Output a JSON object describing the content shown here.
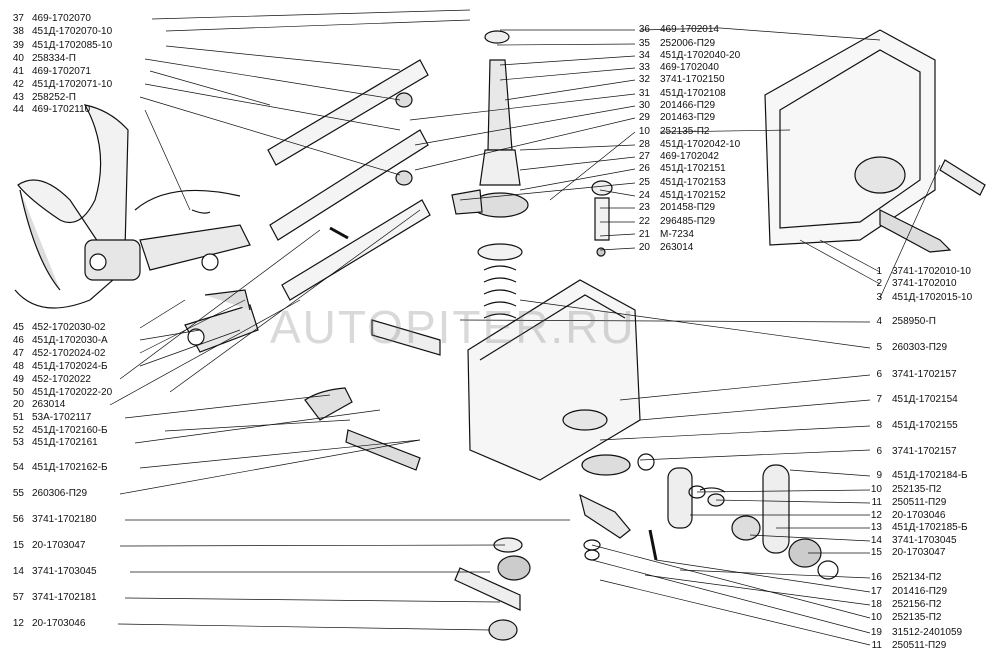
{
  "watermark": "AUTOPITER.RU",
  "left_labels": [
    {
      "num": "37",
      "code": "469-1702070"
    },
    {
      "num": "38",
      "code": "451Д-1702070-10"
    },
    {
      "num": "39",
      "code": "451Д-1702085-10"
    },
    {
      "num": "40",
      "code": "258334-П"
    },
    {
      "num": "41",
      "code": "469-1702071"
    },
    {
      "num": "42",
      "code": "451Д-1702071-10"
    },
    {
      "num": "43",
      "code": "258252-П"
    },
    {
      "num": "44",
      "code": "469-1702110"
    },
    {
      "num": "45",
      "code": "452-1702030-02"
    },
    {
      "num": "46",
      "code": "451Д-1702030-А"
    },
    {
      "num": "47",
      "code": "452-1702024-02"
    },
    {
      "num": "48",
      "code": "451Д-1702024-Б"
    },
    {
      "num": "49",
      "code": "452-1702022"
    },
    {
      "num": "50",
      "code": "451Д-1702022-20"
    },
    {
      "num": "20",
      "code": "263014"
    },
    {
      "num": "51",
      "code": "53А-1702117"
    },
    {
      "num": "52",
      "code": "451Д-1702160-Б"
    },
    {
      "num": "53",
      "code": "451Д-1702161"
    },
    {
      "num": "54",
      "code": "451Д-1702162-Б"
    },
    {
      "num": "55",
      "code": "260306-П29"
    },
    {
      "num": "56",
      "code": "3741-1702180"
    },
    {
      "num": "15",
      "code": "20-1703047"
    },
    {
      "num": "14",
      "code": "3741-1703045"
    },
    {
      "num": "57",
      "code": "3741-1702181"
    },
    {
      "num": "12",
      "code": "20-1703046"
    }
  ],
  "center_labels": [
    {
      "num": "36",
      "code": "469-1702014"
    },
    {
      "num": "35",
      "code": "252006-П29"
    },
    {
      "num": "34",
      "code": "451Д-1702040-20"
    },
    {
      "num": "33",
      "code": "469-1702040"
    },
    {
      "num": "32",
      "code": "3741-1702150"
    },
    {
      "num": "31",
      "code": "451Д-1702108"
    },
    {
      "num": "30",
      "code": "201466-П29"
    },
    {
      "num": "29",
      "code": "201463-П29"
    },
    {
      "num": "10",
      "code": "252135-П2"
    },
    {
      "num": "28",
      "code": "451Д-1702042-10"
    },
    {
      "num": "27",
      "code": "469-1702042"
    },
    {
      "num": "26",
      "code": "451Д-1702151"
    },
    {
      "num": "25",
      "code": "451Д-1702153"
    },
    {
      "num": "24",
      "code": "451Д-1702152"
    },
    {
      "num": "23",
      "code": "201458-П29"
    },
    {
      "num": "22",
      "code": "296485-П29"
    },
    {
      "num": "21",
      "code": "М-7234"
    },
    {
      "num": "20",
      "code": "263014"
    }
  ],
  "right_labels": [
    {
      "num": "1",
      "code": "3741-1702010-10"
    },
    {
      "num": "2",
      "code": "3741-1702010"
    },
    {
      "num": "3",
      "code": "451Д-1702015-10"
    },
    {
      "num": "4",
      "code": "258950-П"
    },
    {
      "num": "5",
      "code": "260303-П29"
    },
    {
      "num": "6",
      "code": "3741-1702157"
    },
    {
      "num": "7",
      "code": "451Д-1702154"
    },
    {
      "num": "8",
      "code": "451Д-1702155"
    },
    {
      "num": "6",
      "code": "3741-1702157"
    },
    {
      "num": "9",
      "code": "451Д-1702184-Б"
    },
    {
      "num": "10",
      "code": "252135-П2"
    },
    {
      "num": "11",
      "code": "250511-П29"
    },
    {
      "num": "12",
      "code": "20-1703046"
    },
    {
      "num": "13",
      "code": "451Д-1702185-Б"
    },
    {
      "num": "14",
      "code": "3741-1703045"
    },
    {
      "num": "15",
      "code": "20-1703047"
    },
    {
      "num": "16",
      "code": "252134-П2"
    },
    {
      "num": "17",
      "code": "201416-П29"
    },
    {
      "num": "18",
      "code": "252156-П2"
    },
    {
      "num": "10",
      "code": "252135-П2"
    },
    {
      "num": "19",
      "code": "31512-2401059"
    },
    {
      "num": "11",
      "code": "250511-П29"
    }
  ]
}
